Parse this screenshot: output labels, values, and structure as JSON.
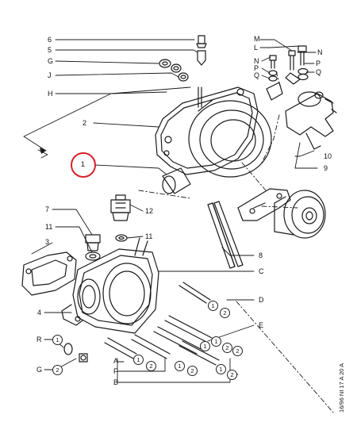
{
  "diagram": {
    "ref_code": "16/96 NI 17 A 20 A",
    "callouts": {
      "c6": "6",
      "c5": "5",
      "cG": "G",
      "cJ": "J",
      "cH": "H",
      "c2": "2",
      "c1": "1",
      "c7": "7",
      "c11a": "11",
      "c12": "12",
      "c11b": "11",
      "c3": "3",
      "c4": "4",
      "cR": "R",
      "cG2": "G",
      "cM": "M",
      "cL": "L",
      "cN1": "N",
      "cP1": "P",
      "cQ1": "Q",
      "cN2": "N",
      "cP2": "P",
      "cQ2": "Q",
      "c10": "10",
      "c9": "9",
      "c8": "8",
      "cC": "C",
      "cD": "D",
      "cE": "E",
      "cA": "A",
      "cF": "F",
      "cB": "B"
    },
    "circled": {
      "d1": "1",
      "d2": "2",
      "e1": "1",
      "e2": "2",
      "a1": "1",
      "a2": "2",
      "b1": "1",
      "b2": "2",
      "b3": "1",
      "b4": "2",
      "r1": "1",
      "g2": "2",
      "f1": "1",
      "f2": "2"
    },
    "highlight_color": "#d8202a",
    "line_color": "#1a1a1a"
  }
}
